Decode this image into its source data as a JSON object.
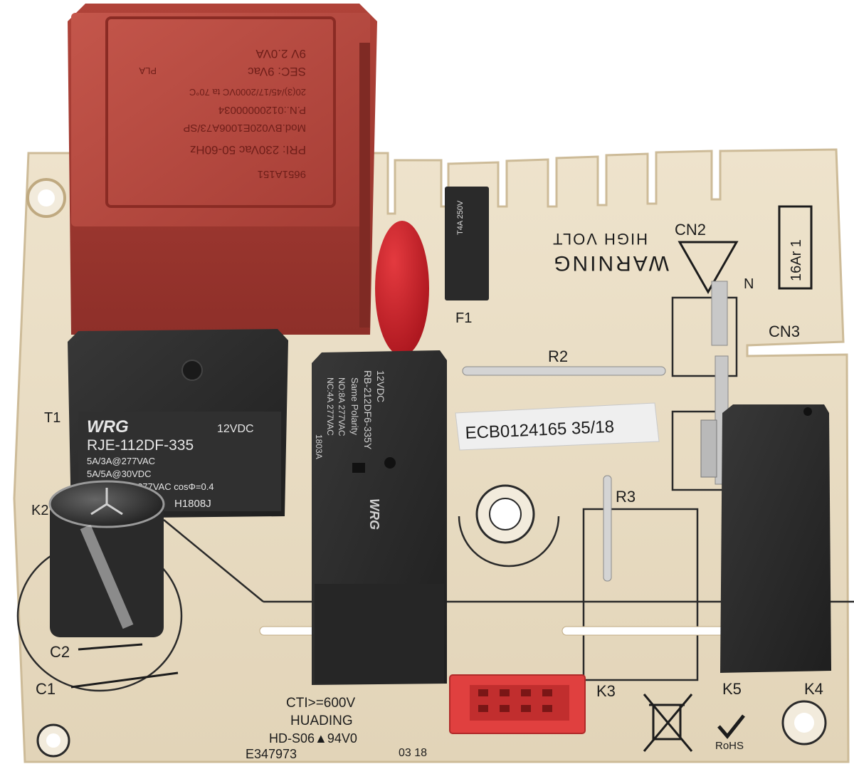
{
  "colors": {
    "board": "#e9dcc3",
    "board_edge": "#d8c8a8",
    "transformer": "#b4473e",
    "relay": "#2b2b2b",
    "capacitor": "#9e1c22",
    "connector": "#e0403f",
    "silkscreen": "#1c1c1c"
  },
  "transformer": {
    "pri": "PRI: 230Vac 50-60Hz",
    "model": "Mod.BV020E1006A73/SP",
    "pn": "P.N.:01200000034",
    "temp": "20(3)/45/17/2000VC ta 70°C",
    "sec": "SEC: 9Vac",
    "out": "9V    2.0VA",
    "code": "9651A151",
    "brand": "PLA"
  },
  "fuse": {
    "ref": "F1",
    "marking": "T4A 250V"
  },
  "relay_k1": {
    "brand": "WRG",
    "voltage": "12VDC",
    "model": "RJE-112DF-335",
    "rating1": "5A/3A@277VAC",
    "rating2": "5A/5A@30VDC",
    "rating3": "@277VAC  cosΦ=0.4",
    "date": "H1808J",
    "ref": "T1"
  },
  "relay_k2": {
    "voltage": "12VDC",
    "model": "RB-212DF6-335Y",
    "polarity": "Same Polarity",
    "no": "NO:8A  277VAC",
    "nc": "NC:4A  277VAC",
    "date": "1803A",
    "brand": "WRG"
  },
  "warning": {
    "line1": "WARNING",
    "line2": "HIGH VOLT"
  },
  "board_labels": {
    "cn2": "CN2",
    "cn3": "CN3",
    "n": "N",
    "r2": "R2",
    "r3": "R3",
    "k2": "K2",
    "k3": "K3",
    "k4": "K4",
    "k5": "K5",
    "c1": "C1",
    "c2": "C2",
    "rating_box": "16Ar 1",
    "cti": "CTI>=600V",
    "maker": "HUADING",
    "grade": "HD-S06▲94V0",
    "ul_file": "E347973",
    "date_code": "03 18",
    "rohs": "RoHS"
  },
  "sticker": {
    "text": "ECB0124165 35/18"
  }
}
